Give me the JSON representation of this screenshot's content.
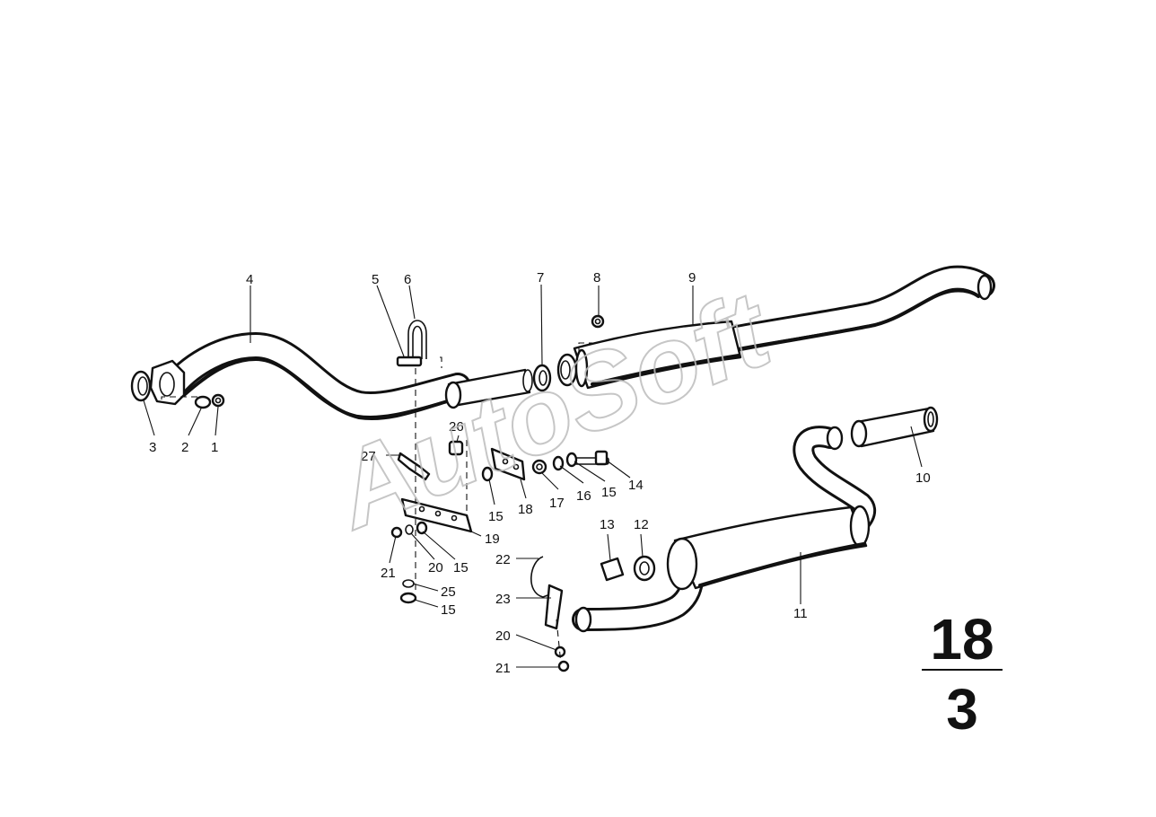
{
  "watermark": "AutoSoft",
  "page": {
    "group": "18",
    "sheet": "3"
  },
  "callouts": [
    "1",
    "2",
    "3",
    "4",
    "5",
    "6",
    "7",
    "8",
    "9",
    "10",
    "11",
    "12",
    "13",
    "14",
    "15",
    "15",
    "15",
    "15",
    "15",
    "16",
    "17",
    "18",
    "19",
    "20",
    "20",
    "21",
    "21",
    "22",
    "23",
    "25",
    "26",
    "27"
  ],
  "colors": {
    "ink": "#111111",
    "paper": "#ffffff",
    "watermark": "#bdbdbd"
  }
}
